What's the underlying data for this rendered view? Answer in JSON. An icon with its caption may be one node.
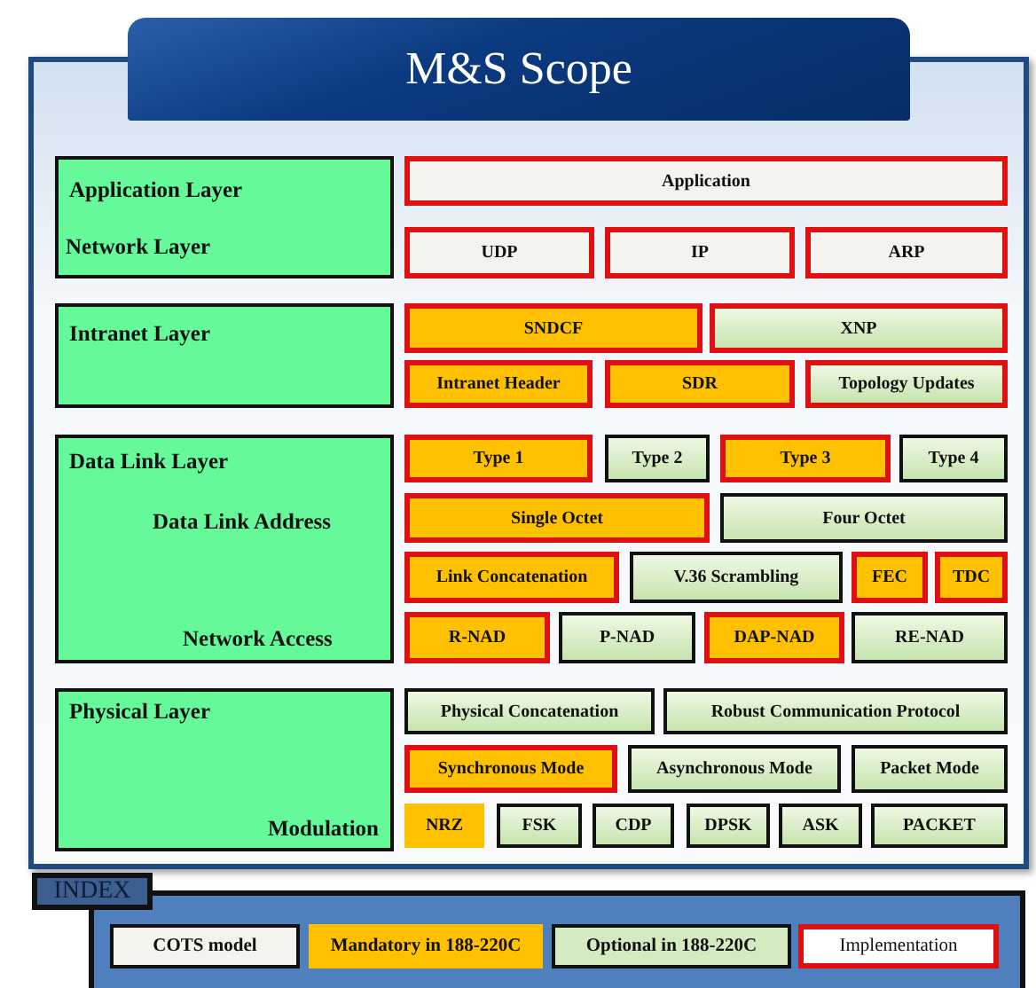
{
  "diagram": {
    "title": "M&S Scope",
    "nodes": [
      {
        "text": [
          "Application Layer",
          "Network Layer"
        ]
      },
      {
        "text": [
          "Application"
        ]
      },
      {
        "text": [
          "UDP"
        ]
      },
      {
        "text": [
          "IP"
        ]
      },
      {
        "text": [
          "ARP"
        ]
      },
      {
        "text": [
          "Intranet Layer"
        ]
      },
      {
        "text": [
          "SNDCF"
        ]
      },
      {
        "text": [
          "XNP"
        ]
      },
      {
        "text": [
          "Intranet Header"
        ]
      },
      {
        "text": [
          "SDR"
        ]
      },
      {
        "text": [
          "Topology Updates"
        ]
      },
      {
        "text": [
          "Data Link Layer",
          "Data Link Address",
          "Network Access"
        ]
      },
      {
        "text": [
          "Type 1"
        ]
      },
      {
        "text": [
          "Type 2"
        ]
      },
      {
        "text": [
          "Type 3"
        ]
      },
      {
        "text": [
          "Type 4"
        ]
      },
      {
        "text": [
          "Single Octet"
        ]
      },
      {
        "text": [
          "Four Octet"
        ]
      },
      {
        "text": [
          "Link Concatenation"
        ]
      },
      {
        "text": [
          "V.36 Scrambling"
        ]
      },
      {
        "text": [
          "FEC"
        ]
      },
      {
        "text": [
          "TDC"
        ]
      },
      {
        "text": [
          "R-NAD"
        ]
      },
      {
        "text": [
          "P-NAD"
        ]
      },
      {
        "text": [
          "DAP-NAD"
        ]
      },
      {
        "text": [
          "RE-NAD"
        ]
      },
      {
        "text": [
          "Physical Layer",
          "Modulation"
        ]
      },
      {
        "text": [
          "Physical Concatenation"
        ]
      },
      {
        "text": [
          "Robust Communication Protocol"
        ]
      },
      {
        "text": [
          "Synchronous Mode"
        ]
      },
      {
        "text": [
          "Asynchronous Mode"
        ]
      },
      {
        "text": [
          "Packet Mode"
        ]
      },
      {
        "text": [
          "NRZ"
        ]
      },
      {
        "text": [
          "FSK"
        ]
      },
      {
        "text": [
          "CDP"
        ]
      },
      {
        "text": [
          "DPSK"
        ]
      },
      {
        "text": [
          "ASK"
        ]
      },
      {
        "text": [
          "PACKET"
        ]
      }
    ],
    "labels": [
      "INDEX"
    ],
    "legend": [
      {
        "text": "COTS model",
        "color": "#f5f3ee"
      },
      {
        "text": "Mandatory in 188-220C",
        "color": "#ffc000"
      },
      {
        "text": "Optional in 188-220C",
        "color": "#d4eac0"
      },
      {
        "text": "Implementation"
      }
    ]
  }
}
